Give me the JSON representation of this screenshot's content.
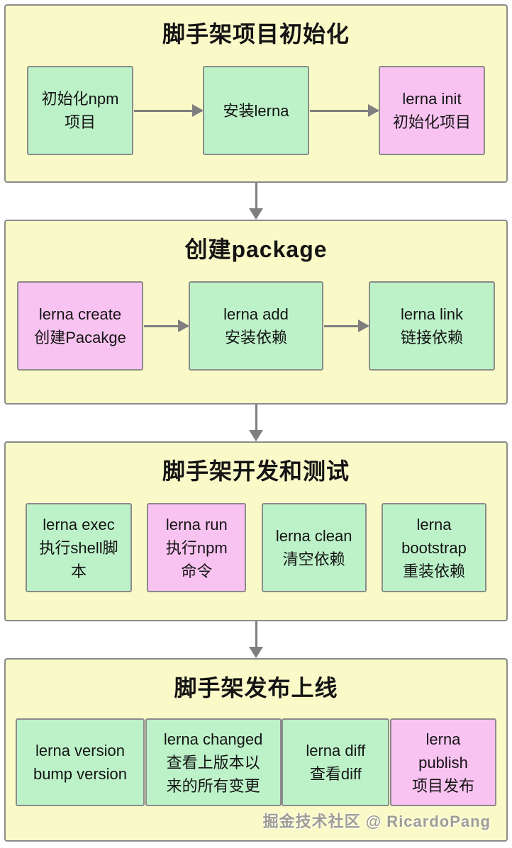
{
  "colors": {
    "section_bg": "#FAFAC9",
    "green": "#BDF2C9",
    "pink": "#F9C3F1",
    "box_border": "#8B8B8B",
    "section_border": "#8B8B8B",
    "arrow": "#7F7F7F",
    "text": "#141414",
    "watermark": "#9D9D93"
  },
  "sections": [
    {
      "title": "脚手架项目初始化",
      "has_step_arrows": true,
      "boxes": [
        {
          "text": "初始化npm\n项目",
          "color": "green"
        },
        {
          "text": "安装lerna",
          "color": "green"
        },
        {
          "text": "lerna init\n初始化项目",
          "color": "pink"
        }
      ]
    },
    {
      "title": "创建package",
      "has_step_arrows": true,
      "boxes": [
        {
          "text": "lerna create\n创建Pacakge",
          "color": "pink"
        },
        {
          "text": "lerna add\n安装依赖",
          "color": "green"
        },
        {
          "text": "lerna link\n链接依赖",
          "color": "green"
        }
      ]
    },
    {
      "title": "脚手架开发和测试",
      "has_step_arrows": false,
      "boxes": [
        {
          "text": "lerna exec\n执行shell脚\n本",
          "color": "green"
        },
        {
          "text": "lerna run\n执行npm\n命令",
          "color": "pink"
        },
        {
          "text": "lerna clean\n清空依赖",
          "color": "green"
        },
        {
          "text": "lerna\nbootstrap\n重装依赖",
          "color": "green"
        }
      ]
    },
    {
      "title": "脚手架发布上线",
      "has_step_arrows": false,
      "boxes": [
        {
          "text": "lerna version\nbump version",
          "color": "green"
        },
        {
          "text": "lerna changed\n查看上版本以\n来的所有变更",
          "color": "green"
        },
        {
          "text": "lerna diff\n查看diff",
          "color": "green"
        },
        {
          "text": "lerna\npublish\n项目发布",
          "color": "pink"
        }
      ]
    }
  ],
  "watermark": "掘金技术社区 @ RicardoPang"
}
